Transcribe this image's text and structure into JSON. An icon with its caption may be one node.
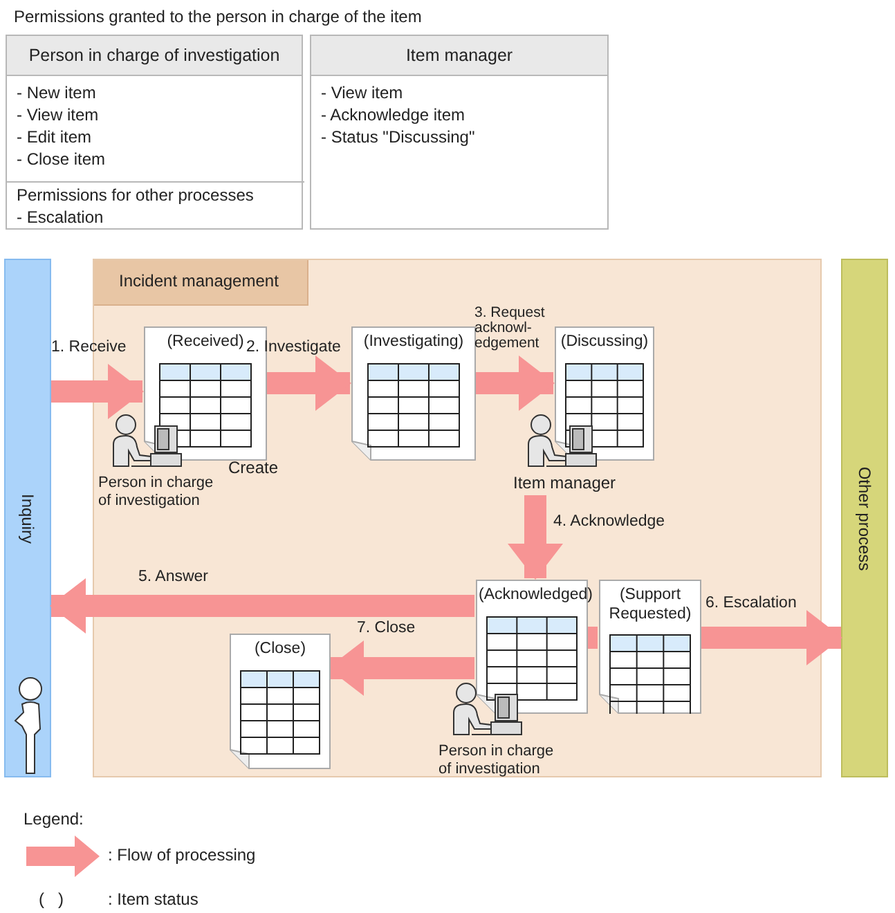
{
  "diagram": {
    "title": "Permissions granted to the person in charge of the item",
    "nodes": [
      {
        "text": [
          "Person in charge of investigation",
          "- New item",
          "- View item",
          "- Edit item",
          "- Close item"
        ]
      },
      {
        "text": [
          "Permissions for other processes",
          "- Escalation"
        ],
        "in": 0
      },
      {
        "text": [
          "Item manager",
          "- View item",
          "- Acknowledge item",
          "- Status \"Discussing\""
        ]
      },
      {
        "text": [
          "Inquiry"
        ]
      },
      {
        "text": [],
        "shape": "person",
        "in": 3
      },
      {
        "text": [
          "Incident management"
        ]
      },
      {
        "text": [
          "Other process"
        ]
      },
      {
        "text": [
          "(Received)"
        ],
        "in": 5,
        "beside": [
          "Create"
        ]
      },
      {
        "text": [
          "(Investigating)"
        ],
        "in": 5
      },
      {
        "text": [
          "(Discussing)"
        ],
        "in": 5
      },
      {
        "text": [
          "(Acknowledged)"
        ],
        "in": 5
      },
      {
        "text": [
          "(Support Requested)"
        ],
        "in": 5
      },
      {
        "text": [
          "(Close)"
        ],
        "in": 5
      },
      {
        "text": [
          "Person in charge of investigation"
        ],
        "in": 5
      },
      {
        "text": [
          "Item manager"
        ],
        "in": 5
      },
      {
        "text": [
          "Person in charge of investigation"
        ],
        "in": 5
      }
    ],
    "edges": [
      {
        "from": 3,
        "to": 7,
        "arrow": "to",
        "label": "1. Receive"
      },
      {
        "from": 7,
        "to": 8,
        "arrow": "to",
        "label": "2. Investigate"
      },
      {
        "from": 8,
        "to": 9,
        "arrow": "to",
        "label": "3. Request acknowl-edgement"
      },
      {
        "from": 14,
        "to": 10,
        "arrow": "to",
        "label": "4. Acknowledge"
      },
      {
        "from": 10,
        "to": 3,
        "arrow": "to",
        "label": "5. Answer"
      },
      {
        "from": 10,
        "to": 11,
        "arrow": "none"
      },
      {
        "from": 11,
        "to": 6,
        "arrow": "to",
        "label": "6. Escalation"
      },
      {
        "from": 10,
        "to": 12,
        "arrow": "to",
        "label": "7. Close"
      }
    ],
    "labels": [
      "Legend:",
      "(   )"
    ],
    "legend": [
      {
        "text": ": Flow of processing"
      },
      {
        "text": ": Item status"
      }
    ]
  }
}
